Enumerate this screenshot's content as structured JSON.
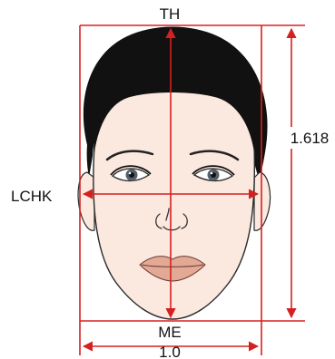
{
  "labels": {
    "top": "TH",
    "bottom": "ME",
    "left": "LCHK",
    "ratio": "1.618",
    "width": "1.0"
  },
  "colors": {
    "guide": "#d62020",
    "hair": "#111111",
    "skin": "#fbe8de",
    "lips": "#e2a995",
    "outline": "#2a2a2a"
  }
}
